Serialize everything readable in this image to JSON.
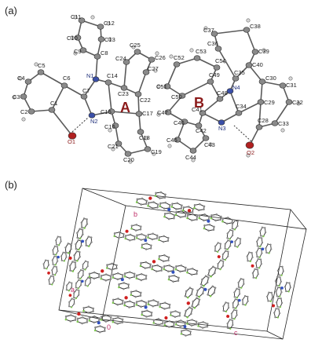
{
  "panels": {
    "a_label": "(a)",
    "b_label": "(b)"
  },
  "ring_labels": {
    "A": "A",
    "B": "B"
  },
  "atoms": [
    {
      "id": "C11",
      "t": "c"
    },
    {
      "id": "C12",
      "t": "c"
    },
    {
      "id": "C10",
      "t": "c"
    },
    {
      "id": "C13",
      "t": "c"
    },
    {
      "id": "C9",
      "t": "c"
    },
    {
      "id": "C8",
      "t": "c"
    },
    {
      "id": "N1",
      "t": "n"
    },
    {
      "id": "C14",
      "t": "c"
    },
    {
      "id": "C24",
      "t": "c"
    },
    {
      "id": "C25",
      "t": "c"
    },
    {
      "id": "C26",
      "t": "c"
    },
    {
      "id": "C23",
      "t": "c"
    },
    {
      "id": "C27",
      "t": "c"
    },
    {
      "id": "C22",
      "t": "c"
    },
    {
      "id": "C5",
      "t": "c"
    },
    {
      "id": "C4",
      "t": "c"
    },
    {
      "id": "C6",
      "t": "c"
    },
    {
      "id": "C7",
      "t": "c"
    },
    {
      "id": "C3",
      "t": "c"
    },
    {
      "id": "C2",
      "t": "c"
    },
    {
      "id": "C1",
      "t": "c"
    },
    {
      "id": "N2",
      "t": "n"
    },
    {
      "id": "C15",
      "t": "c"
    },
    {
      "id": "C16",
      "t": "c"
    },
    {
      "id": "C17",
      "t": "c"
    },
    {
      "id": "C18",
      "t": "c"
    },
    {
      "id": "O1",
      "t": "o"
    },
    {
      "id": "C21",
      "t": "c"
    },
    {
      "id": "C20",
      "t": "c"
    },
    {
      "id": "C19",
      "t": "c"
    },
    {
      "id": "C37",
      "t": "c"
    },
    {
      "id": "C38",
      "t": "c"
    },
    {
      "id": "C36",
      "t": "c"
    },
    {
      "id": "C39",
      "t": "c"
    },
    {
      "id": "C52",
      "t": "c"
    },
    {
      "id": "C53",
      "t": "c"
    },
    {
      "id": "C54",
      "t": "c"
    },
    {
      "id": "C40",
      "t": "c"
    },
    {
      "id": "C35",
      "t": "c"
    },
    {
      "id": "C30",
      "t": "c"
    },
    {
      "id": "C31",
      "t": "c"
    },
    {
      "id": "C51",
      "t": "c"
    },
    {
      "id": "C49",
      "t": "c"
    },
    {
      "id": "N4",
      "t": "n"
    },
    {
      "id": "C50",
      "t": "c"
    },
    {
      "id": "C48",
      "t": "c"
    },
    {
      "id": "C29",
      "t": "c"
    },
    {
      "id": "C32",
      "t": "c"
    },
    {
      "id": "C47",
      "t": "c"
    },
    {
      "id": "C41",
      "t": "c"
    },
    {
      "id": "C34",
      "t": "c"
    },
    {
      "id": "C46",
      "t": "c"
    },
    {
      "id": "C42",
      "t": "c"
    },
    {
      "id": "N3",
      "t": "n"
    },
    {
      "id": "C28",
      "t": "c"
    },
    {
      "id": "C33",
      "t": "c"
    },
    {
      "id": "C45",
      "t": "c"
    },
    {
      "id": "C43",
      "t": "c"
    },
    {
      "id": "O2",
      "t": "o"
    },
    {
      "id": "C44",
      "t": "c"
    }
  ],
  "unit_cell_axes": {
    "a": "a",
    "b": "b",
    "c": "c",
    "origin": "0"
  }
}
